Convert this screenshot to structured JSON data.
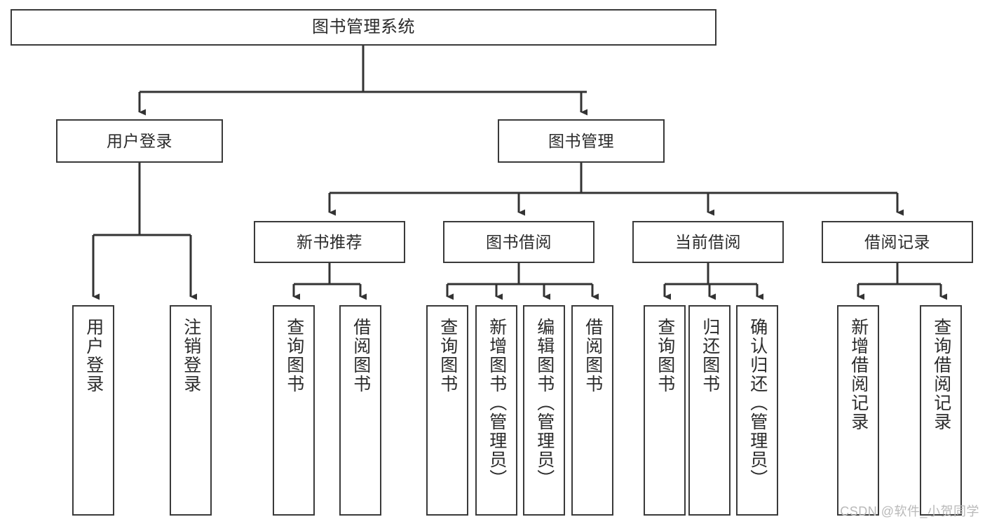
{
  "diagram": {
    "title": "图书管理系统",
    "type": "hierarchy-tree",
    "watermark": "CSDN @软件_小贺同学",
    "colors": {
      "box_border": "#3a3a3a",
      "box_fill": "#ffffff",
      "text": "#2b2b2b",
      "edge": "#333333",
      "watermark": "#b9b9b9"
    },
    "levels": {
      "root": "图书管理系统",
      "level2": [
        "用户登录",
        "图书管理"
      ],
      "level3": [
        "新书推荐",
        "图书借阅",
        "当前借阅",
        "借阅记录"
      ],
      "leaves": [
        "用户登录",
        "注销登录",
        "查询图书",
        "借阅图书",
        "查询图书",
        "新增图书（管理员）",
        "编辑图书（管理员）",
        "借阅图书",
        "查询图书",
        "归还图书",
        "确认归还（管理员）",
        "新增借阅记录",
        "查询借阅记录"
      ]
    },
    "nodes": {
      "root": {
        "label": "图书管理系统"
      },
      "user_login": {
        "label": "用户登录"
      },
      "book_manage": {
        "label": "图书管理"
      },
      "new_book_rec": {
        "label": "新书推荐"
      },
      "book_borrow": {
        "label": "图书借阅"
      },
      "current_borrow": {
        "label": "当前借阅"
      },
      "borrow_record": {
        "label": "借阅记录"
      },
      "leaf_user_login": {
        "label": "用户登录"
      },
      "leaf_logout": {
        "label": "注销登录"
      },
      "leaf_query_book_rec": {
        "label": "查询图书"
      },
      "leaf_borrow_book_rec": {
        "label": "借阅图书"
      },
      "leaf_query_book_b": {
        "label": "查询图书"
      },
      "leaf_add_book": {
        "label": "新增图书（管理员）"
      },
      "leaf_edit_book": {
        "label": "编辑图书（管理员）"
      },
      "leaf_borrow_book_b": {
        "label": "借阅图书"
      },
      "leaf_query_book_c": {
        "label": "查询图书"
      },
      "leaf_return_book": {
        "label": "归还图书"
      },
      "leaf_confirm_return": {
        "label": "确认归还（管理员）"
      },
      "leaf_add_record": {
        "label": "新增借阅记录"
      },
      "leaf_query_record": {
        "label": "查询借阅记录"
      }
    }
  }
}
